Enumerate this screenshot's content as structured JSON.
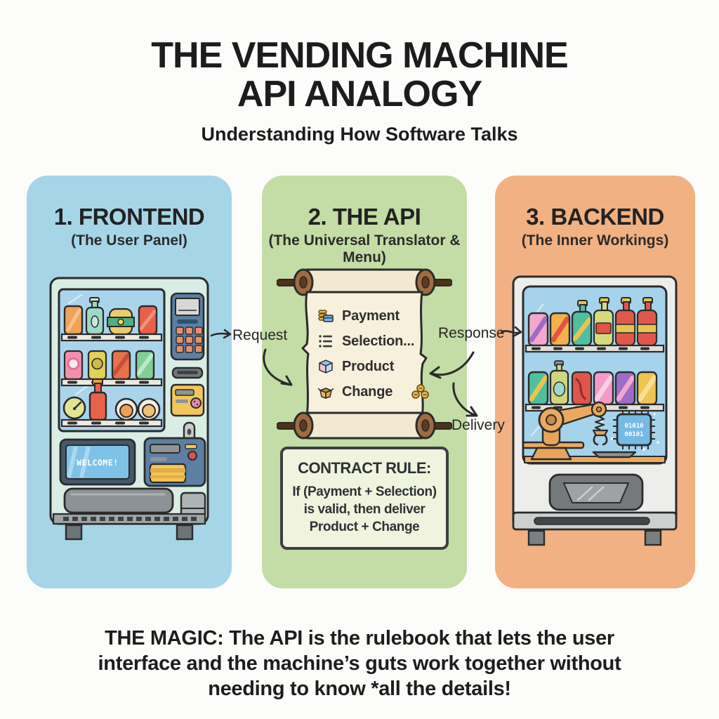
{
  "title": {
    "line1": "THE VENDING MACHINE",
    "line2": "API ANALOGY",
    "subtitle": "Understanding How Software Talks"
  },
  "panels": {
    "frontend": {
      "heading": "1. FRONTEND",
      "subheading": "(The User Panel)",
      "bg_color": "#A7D5E8",
      "machine_screen_text": "WELCOME!"
    },
    "api": {
      "heading": "2. THE API",
      "subheading": "(The Universal Translator & Menu)",
      "bg_color": "#C4DCA5",
      "scroll_items": [
        {
          "icon": "payment-icon",
          "label": "Payment"
        },
        {
          "icon": "selection-list-icon",
          "label": "Selection..."
        },
        {
          "icon": "product-box-icon",
          "label": "Product"
        },
        {
          "icon": "change-box-icon",
          "label": "Change"
        }
      ],
      "contract_rule": {
        "heading": "CONTRACT RULE:",
        "line1": "If (Payment + Selection)",
        "line2": "is valid, then deliver",
        "line3": "Product + Change"
      }
    },
    "backend": {
      "heading": "3. BACKEND",
      "subheading": "(The Inner Workings)",
      "bg_color": "#F2B183",
      "chip_line1": "01010",
      "chip_line2": "00101"
    }
  },
  "flow": {
    "request": "Request",
    "response": "Response",
    "delivery": "Delivery"
  },
  "footer": {
    "emphasis": "THE MAGIC:",
    "line1_rest": " The API is the rulebook that lets the user",
    "line2": "interface and the machine’s guts work together without",
    "line3": "needing to know *all the details!"
  }
}
